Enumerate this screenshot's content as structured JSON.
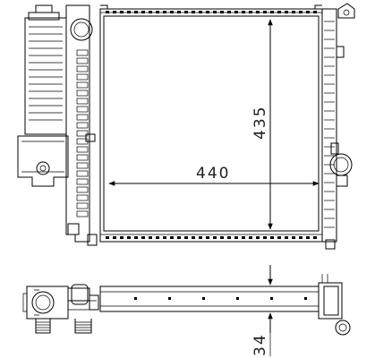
{
  "drawing": {
    "dimensions": {
      "width": "440",
      "height": "435",
      "depth": "34"
    },
    "colors": {
      "line": "#000000",
      "background": "#ffffff"
    }
  }
}
